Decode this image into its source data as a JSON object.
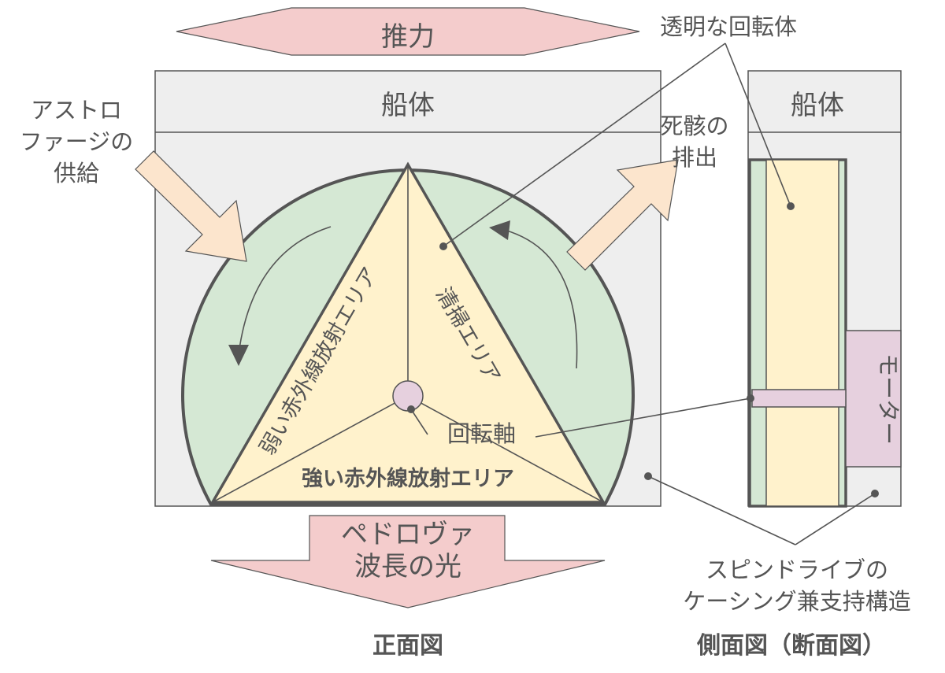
{
  "front": {
    "caption": "正面図",
    "thrust_label": "推力",
    "hull_label": "船体",
    "supply_label": [
      "アストロ",
      "ファージの",
      "供給"
    ],
    "exhaust_label": [
      "死骸の",
      "排出"
    ],
    "weak_area_label": "弱い赤外線放射エリア",
    "cleaning_area_label": "清掃エリア",
    "strong_area_label": "強い赤外線放射エリア",
    "axis_label": "回転軸",
    "light_label": [
      "ペドロヴァ",
      "波長の光"
    ],
    "rotor_label": "透明な回転体"
  },
  "side": {
    "caption": "側面図（断面図）",
    "hull_label": "船体",
    "motor_label": "モーター",
    "casing_label": [
      "スピンドライブの",
      "ケーシング兼支持構造"
    ]
  },
  "colors": {
    "hull_fill": "#eeeeee",
    "green": "#d5e8d4",
    "yellow": "#fff2cc",
    "pink_arrow": "#f4cccc",
    "orange_arrow": "#fce5cd",
    "pink_axis": "#e6d0de",
    "stroke": "#555555"
  }
}
